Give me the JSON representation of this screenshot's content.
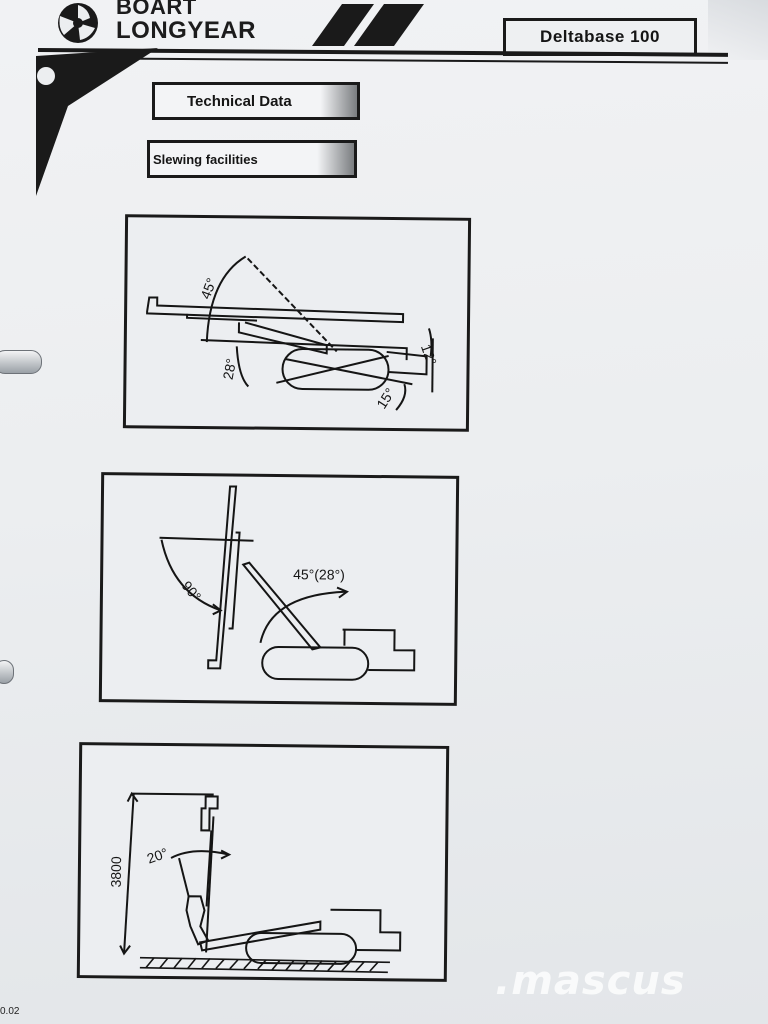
{
  "header": {
    "brand_line1": "BOART",
    "brand_line2": "LONGYEAR",
    "model": "Deltabase 100"
  },
  "section_title": "Technical Data",
  "subsection_title": "Slewing facilities",
  "figures": [
    {
      "angles": [
        "45°",
        "28°",
        "12°",
        "15°"
      ]
    },
    {
      "angles": [
        "90°",
        "45°(28°)"
      ]
    },
    {
      "angles": [
        "20°"
      ],
      "height_dimension": "3800"
    }
  ],
  "footer": {
    "page_code": "0.02"
  },
  "watermark": ".mascus",
  "icons": {
    "logo": "boart-longyear-swirl-logo"
  },
  "colors": {
    "ink": "#1a1a1a",
    "paper": "#eceef1"
  }
}
